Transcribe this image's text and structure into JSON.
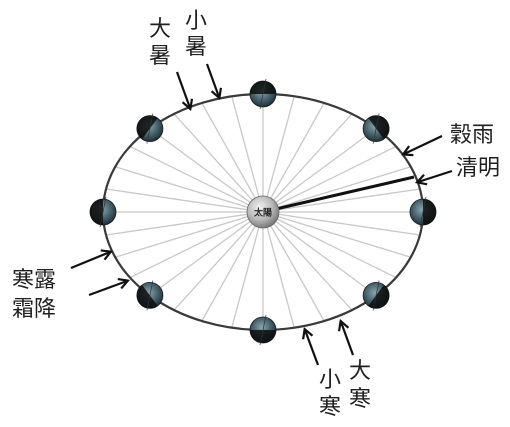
{
  "sun": {
    "label": "太陽"
  },
  "labels": {
    "da_shu": [
      "大",
      "暑"
    ],
    "xiao_shu": [
      "小",
      "暑"
    ],
    "gu_yu": "穀雨",
    "qing_ming": "清明",
    "han_lu": "寒露",
    "shuang_jiang": "霜降",
    "xiao_han": [
      "小",
      "寒"
    ],
    "da_han": [
      "大",
      "寒"
    ]
  },
  "orbit": {
    "spokes": 32,
    "earth_positions": 8
  },
  "colors": {
    "orbit": "#3a3a3a",
    "spoke": "#c8c8c8",
    "sun": "#b5b5b5",
    "earth": "#3b5a66",
    "earth_shadow": "#0d0d0d",
    "arrow": "#111111",
    "highlight_line": "#111111"
  }
}
